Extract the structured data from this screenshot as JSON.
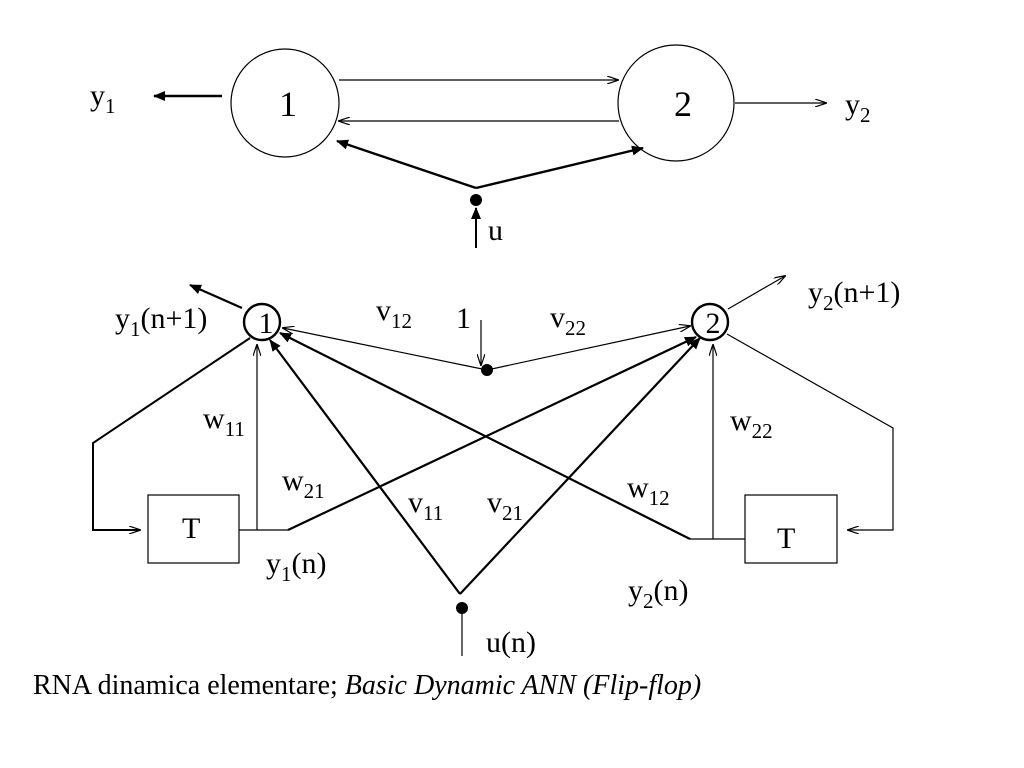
{
  "top_diagram": {
    "node_1_label": "1",
    "node_2_label": "2",
    "output_1": {
      "base": "y",
      "sub": "1"
    },
    "output_2": {
      "base": "y",
      "sub": "2"
    },
    "input": "u"
  },
  "bottom_diagram": {
    "node_1_label": "1",
    "node_2_label": "2",
    "bias_label": "1",
    "delay_left_label": "T",
    "delay_right_label": "T",
    "output_1": {
      "base": "y",
      "sub": "1",
      "suffix": "(n+1)"
    },
    "output_2": {
      "base": "y",
      "sub": "2",
      "suffix": "(n+1)"
    },
    "state_1": {
      "base": "y",
      "sub": "1",
      "suffix": "(n)"
    },
    "state_2": {
      "base": "y",
      "sub": "2",
      "suffix": "(n)"
    },
    "input": "u(n)",
    "weights": {
      "v12": {
        "base": "v",
        "sub": "12"
      },
      "v22": {
        "base": "v",
        "sub": "22"
      },
      "w11": {
        "base": "w",
        "sub": "11"
      },
      "w22": {
        "base": "w",
        "sub": "22"
      },
      "w21": {
        "base": "w",
        "sub": "21"
      },
      "w12": {
        "base": "w",
        "sub": "12"
      },
      "v11": {
        "base": "v",
        "sub": "11"
      },
      "v21": {
        "base": "v",
        "sub": "21"
      }
    }
  },
  "caption": {
    "plain": "RNA dinamica elementare; ",
    "italic": "Basic Dynamic ANN (Flip-flop)"
  }
}
